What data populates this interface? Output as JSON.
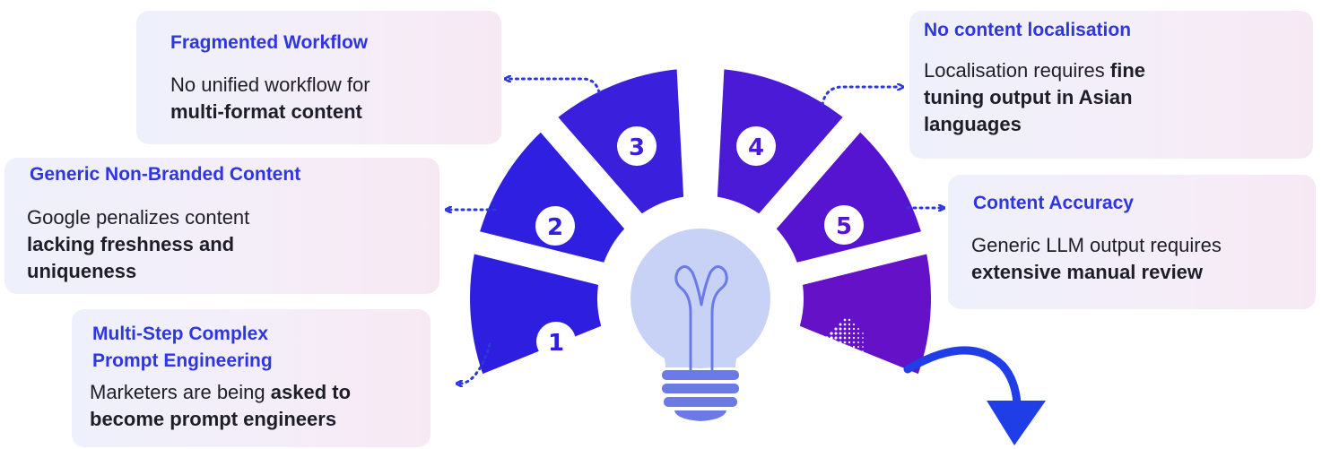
{
  "cards": {
    "fragmented": {
      "title": "Fragmented Workflow",
      "line1": "No unified workflow for",
      "line2_bold": "multi-format content"
    },
    "generic": {
      "title": "Generic Non-Branded Content",
      "line1": "Google penalizes content",
      "line2_bold": "lacking freshness and",
      "line3_bold": "uniqueness"
    },
    "multistep": {
      "title_line1": "Multi-Step Complex",
      "title_line2": "Prompt Engineering",
      "line1_plain": "Marketers are being ",
      "line1_bold": "asked to",
      "line2_bold": "become prompt engineers"
    },
    "localisation": {
      "title": "No content localisation",
      "line1_plain": "Localisation requires ",
      "line1_bold": "fine",
      "line2_bold": "tuning output in Asian",
      "line3_bold": "languages"
    },
    "accuracy": {
      "title": "Content Accuracy",
      "line1": "Generic LLM output requires",
      "line2_bold": "extensive manual review"
    }
  },
  "segments": {
    "s1": "1",
    "s2": "2",
    "s3": "3",
    "s4": "4",
    "s5": "5"
  },
  "logo_letter": "a",
  "icons": {
    "center": "lightbulb-icon",
    "logo": "brand-logo-icon",
    "arrow": "curved-arrow-icon"
  },
  "colors": {
    "title_blue": "#2e37dd",
    "seg1": "#2e1ee0",
    "seg2": "#2f1fe1",
    "seg3": "#3a1fdc",
    "seg4": "#4a1ad6",
    "seg5": "#5714d0",
    "seg6": "#6411c8",
    "bulb": "#c8d2f6",
    "bulb_base": "#6c7ae6",
    "arrow": "#1f3ee8"
  }
}
